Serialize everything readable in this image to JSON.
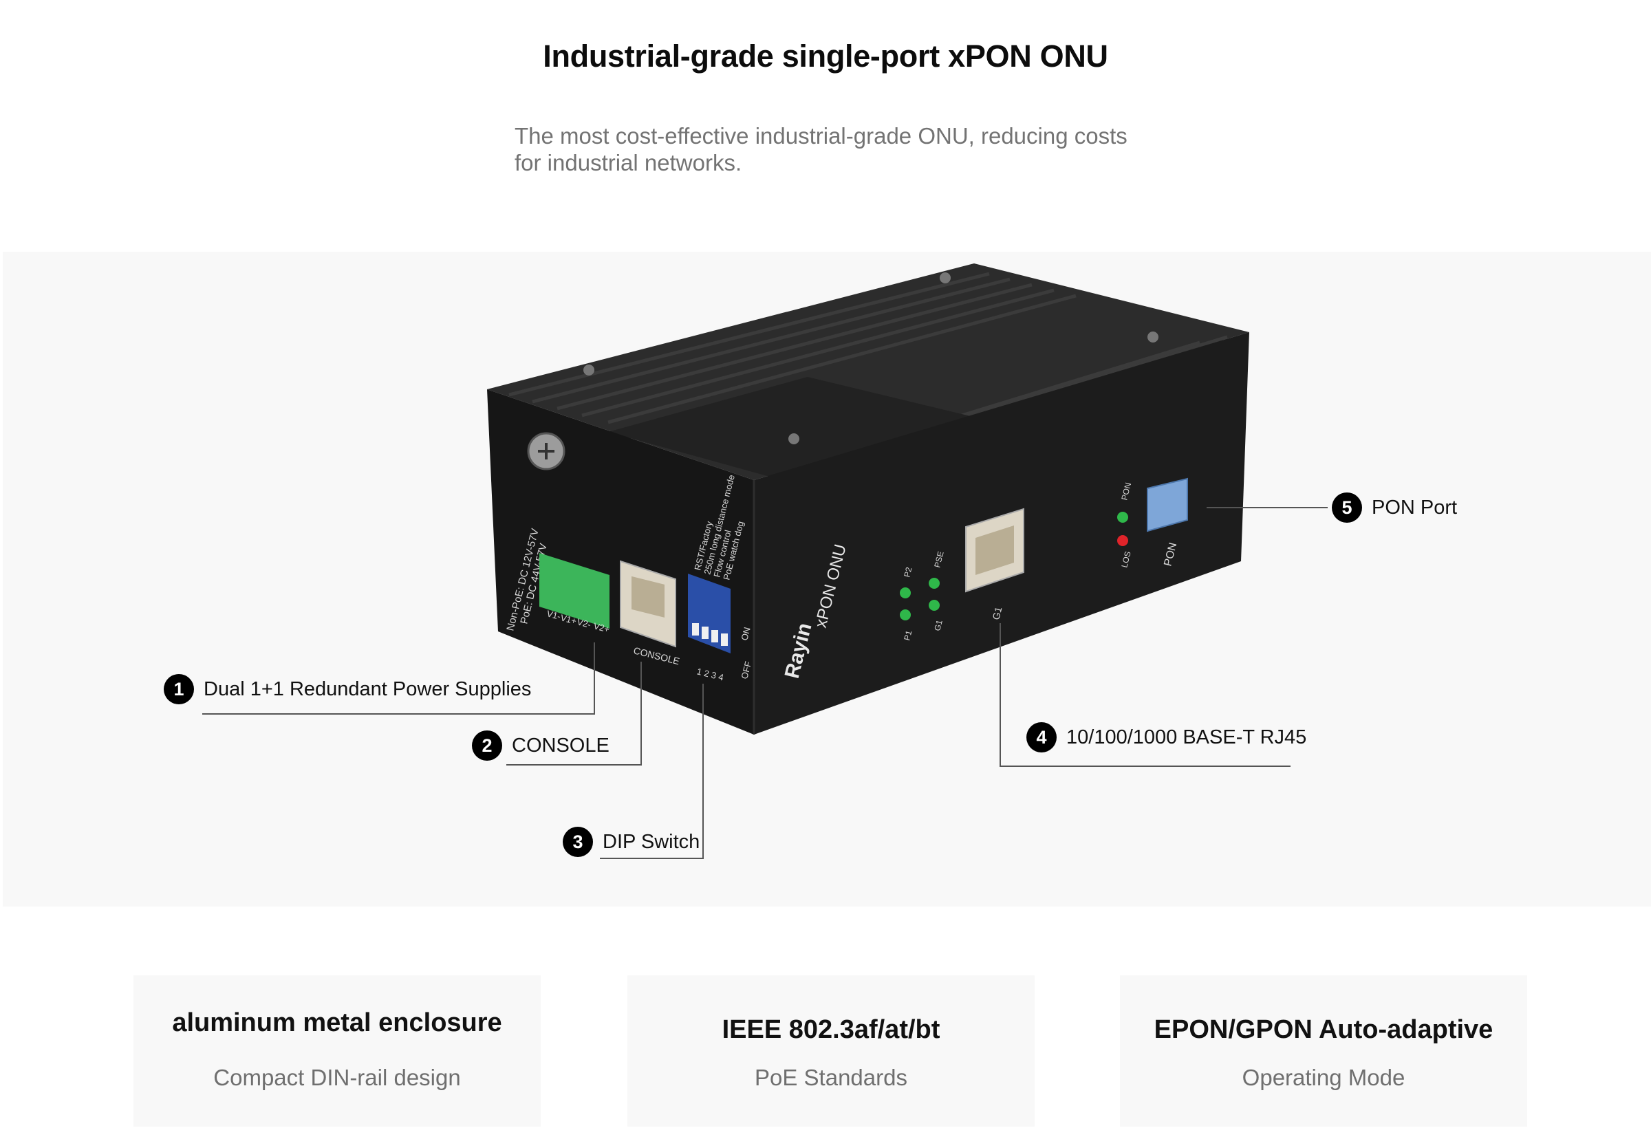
{
  "header": {
    "title": "Industrial-grade single-port xPON ONU",
    "subtitle_line1": "The most cost-effective industrial-grade ONU, reducing costs",
    "subtitle_line2": "for industrial networks."
  },
  "device": {
    "brand": "Rayin",
    "model_label": "xPON ONU",
    "power_label_1": "Non-PoE:   DC 12V-57V",
    "power_label_2": "PoE:   DC 44V-57V",
    "terminal_pins": [
      "V1-",
      "V1+",
      "V2-",
      "V2+"
    ],
    "console_label": "CONSOLE",
    "dip_labels": [
      "RST/Factory",
      "250m long distance mode",
      "Flow control",
      "PoE watch dog"
    ],
    "dip_on": "ON",
    "dip_off": "OFF",
    "dip_numbers": "1 2 3 4",
    "led_labels": [
      "P2",
      "P1",
      "PSE",
      "G1"
    ],
    "rj45_label": "G1",
    "pon_led_labels": [
      "PON",
      "LOS"
    ],
    "pon_label": "PON",
    "colors": {
      "body": "#1a1a1a",
      "led_green": "#2fb84a",
      "led_red": "#e0242a",
      "terminal": "#3cb55a",
      "dip": "#2a4fa8",
      "sfp": "#7ea6d8"
    }
  },
  "callouts": [
    {
      "number": "1",
      "label": "Dual 1+1 Redundant Power Supplies"
    },
    {
      "number": "2",
      "label": "CONSOLE"
    },
    {
      "number": "3",
      "label": "DIP Switch"
    },
    {
      "number": "4",
      "label": "10/100/1000 BASE-T RJ45"
    },
    {
      "number": "5",
      "label": "PON Port"
    }
  ],
  "features": [
    {
      "title": "aluminum metal enclosure",
      "subtitle": "Compact DIN-rail design"
    },
    {
      "title": "IEEE 802.3af/at/bt",
      "subtitle": "PoE Standards"
    },
    {
      "title": "EPON/GPON Auto-adaptive",
      "subtitle": "Operating Mode"
    }
  ]
}
